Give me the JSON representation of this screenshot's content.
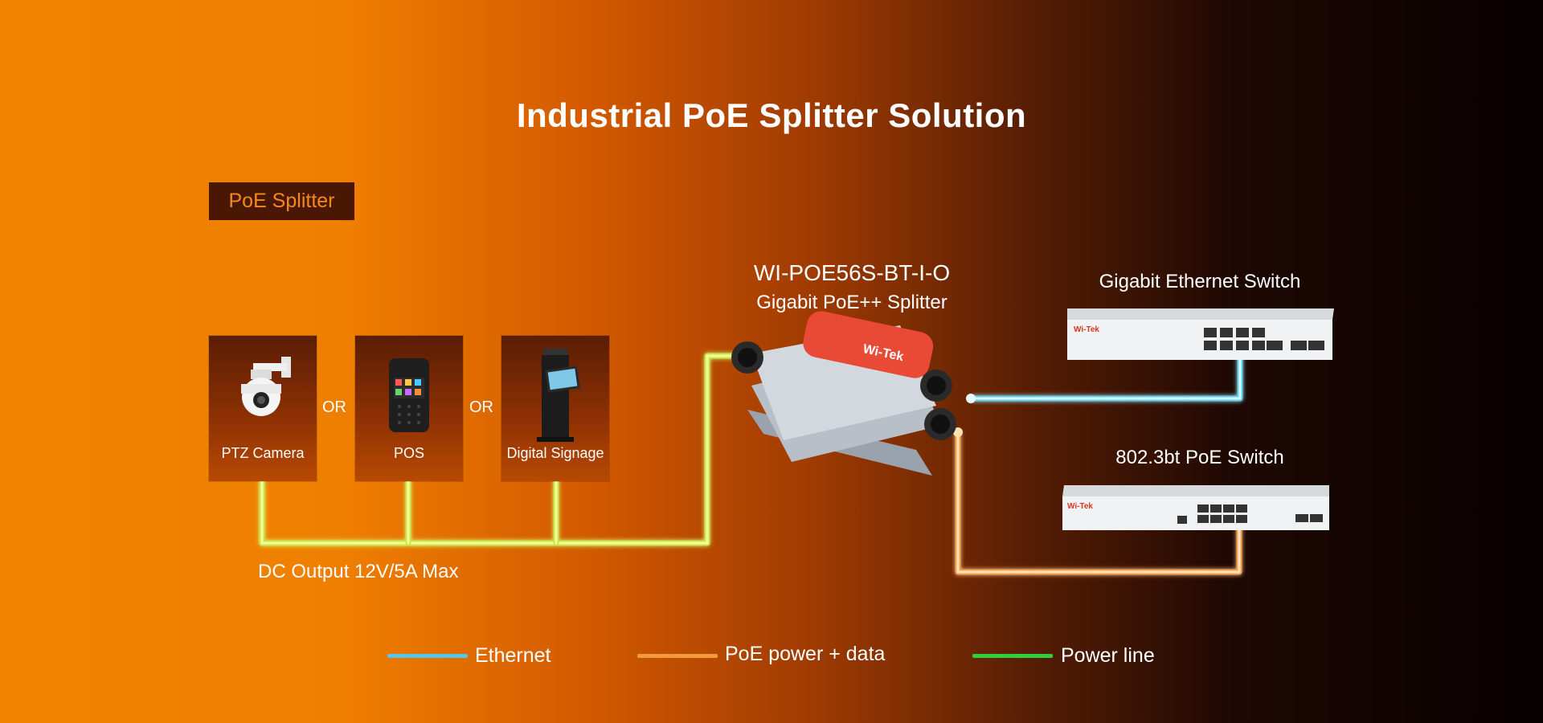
{
  "title": "Industrial PoE Splitter Solution",
  "tag_label": "PoE Splitter",
  "devices": [
    {
      "label": "PTZ Camera",
      "icon": "ptz-camera-icon"
    },
    {
      "label": "POS",
      "icon": "pos-terminal-icon"
    },
    {
      "label": "Digital Signage",
      "icon": "digital-signage-icon"
    }
  ],
  "or_labels": [
    "OR",
    "OR"
  ],
  "dc_output": "DC Output 12V/5A Max",
  "splitter": {
    "model": "WI-POE56S-BT-I-O",
    "name": "Gigabit PoE++ Splitter",
    "brand": "Wi-Tek"
  },
  "switches": [
    {
      "title": "Gigabit Ethernet Switch",
      "brand": "Wi-Tek"
    },
    {
      "title": "802.3bt PoE Switch",
      "brand": "Wi-Tek"
    }
  ],
  "legend": [
    {
      "label": "Ethernet",
      "color": "#56c5e6"
    },
    {
      "label": "PoE power + data",
      "color": "#f39b3a"
    },
    {
      "label": "Power line",
      "color": "#2fd03a"
    }
  ],
  "colors": {
    "power_line_glow": "#e8f26a",
    "ethernet_glow": "#8fe3f5",
    "poe_glow": "#ffc98a",
    "tag_bg": "#4a1704",
    "tag_text": "#f58a1c"
  }
}
